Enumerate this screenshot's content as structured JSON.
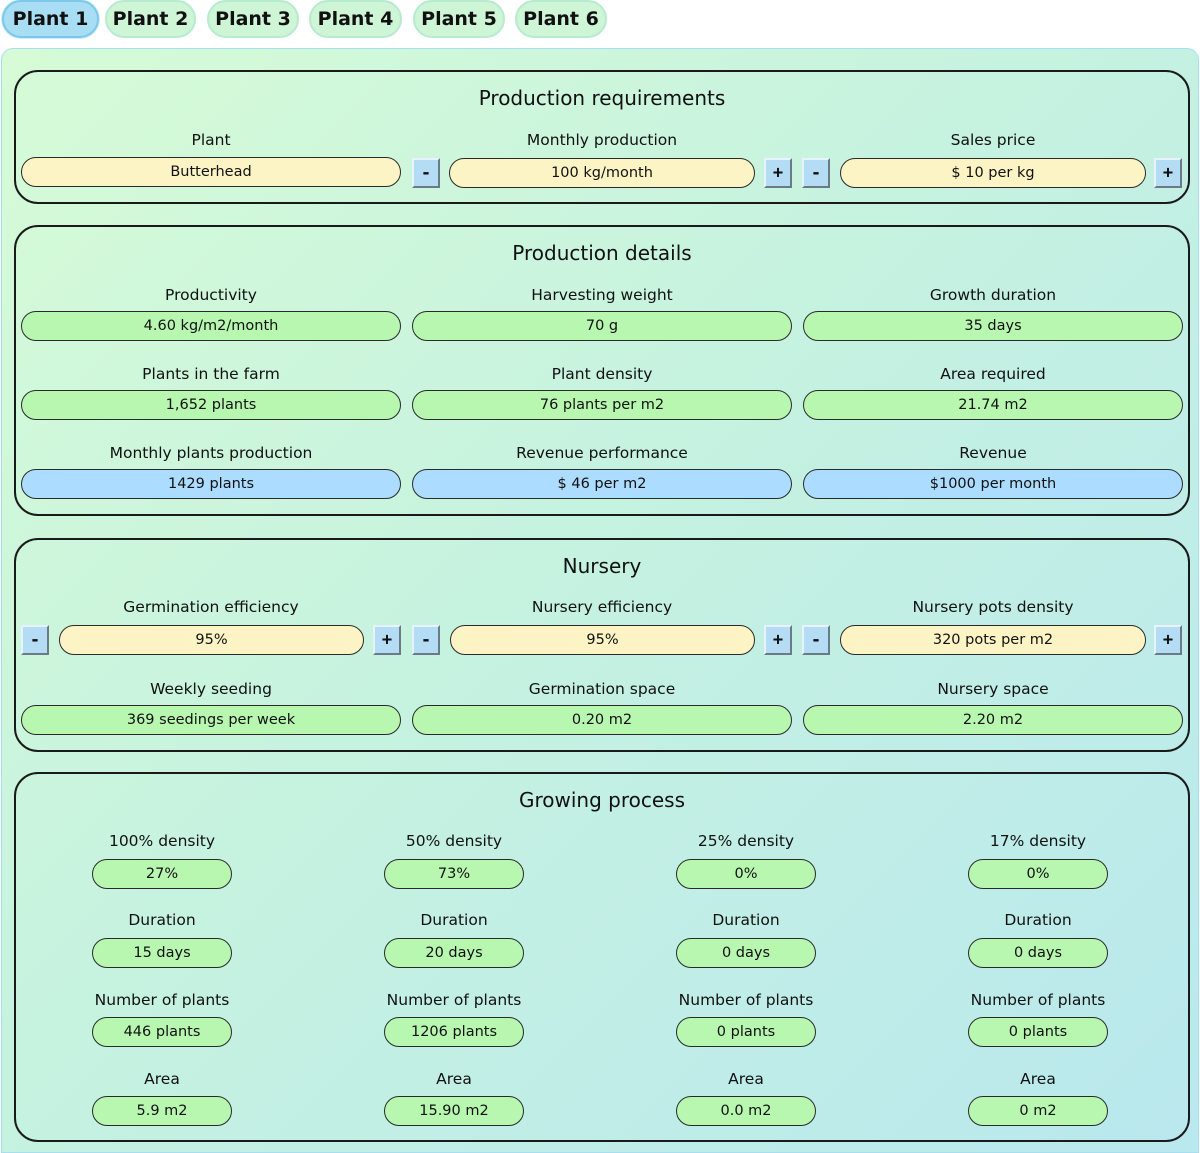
{
  "tabs": [
    "Plant 1",
    "Plant 2",
    "Plant 3",
    "Plant 4",
    "Plant 5",
    "Plant 6"
  ],
  "buttons": {
    "minus": "-",
    "plus": "+"
  },
  "requirements": {
    "title": "Production requirements",
    "plant_label": "Plant",
    "plant_value": "Butterhead",
    "monthly_label": "Monthly production",
    "monthly_value": "100 kg/month",
    "price_label": "Sales price",
    "price_value": "$ 10 per kg"
  },
  "details": {
    "title": "Production details",
    "items": [
      {
        "label": "Productivity",
        "value": "4.60 kg/m2/month"
      },
      {
        "label": "Harvesting weight",
        "value": "70 g"
      },
      {
        "label": "Growth duration",
        "value": "35 days"
      },
      {
        "label": "Plants in the farm",
        "value": "1,652 plants"
      },
      {
        "label": "Plant density",
        "value": "76 plants per m2"
      },
      {
        "label": "Area required",
        "value": "21.74 m2"
      },
      {
        "label": "Monthly plants production",
        "value": "1429 plants"
      },
      {
        "label": "Revenue performance",
        "value": "$ 46 per m2"
      },
      {
        "label": "Revenue",
        "value": "$1000 per month"
      }
    ]
  },
  "nursery": {
    "title": "Nursery",
    "germination_label": "Germination efficiency",
    "germination_value": "95%",
    "efficiency_label": "Nursery efficiency",
    "efficiency_value": "95%",
    "pots_label": "Nursery pots density",
    "pots_value": "320 pots per m2",
    "weekly_label": "Weekly seeding",
    "weekly_value": "369 seedings per week",
    "germspace_label": "Germination space",
    "germspace_value": "0.20 m2",
    "nurspace_label": "Nursery space",
    "nurspace_value": "2.20 m2"
  },
  "growing": {
    "title": "Growing process",
    "columns": [
      {
        "density_label": "100% density",
        "density_value": "27%",
        "duration_label": "Duration",
        "duration_value": "15 days",
        "plants_label": "Number of plants",
        "plants_value": "446 plants",
        "area_label": "Area",
        "area_value": "5.9 m2"
      },
      {
        "density_label": "50% density",
        "density_value": "73%",
        "duration_label": "Duration",
        "duration_value": "20 days",
        "plants_label": "Number of plants",
        "plants_value": "1206 plants",
        "area_label": "Area",
        "area_value": "15.90 m2"
      },
      {
        "density_label": "25% density",
        "density_value": "0%",
        "duration_label": "Duration",
        "duration_value": "0 days",
        "plants_label": "Number of plants",
        "plants_value": "0 plants",
        "area_label": "Area",
        "area_value": "0.0 m2"
      },
      {
        "density_label": "17% density",
        "density_value": "0%",
        "duration_label": "Duration",
        "duration_value": "0 days",
        "plants_label": "Number of plants",
        "plants_value": "0 plants",
        "area_label": "Area",
        "area_value": "0 m2"
      }
    ]
  },
  "colors": {
    "input_yellow": "#fdf4c5",
    "output_green": "#b8f7b0",
    "output_blue": "#acdcff",
    "button_blue": "#b5dcf5",
    "tab_active": "#a8def3",
    "tab_inactive": "#cdf5d6"
  }
}
